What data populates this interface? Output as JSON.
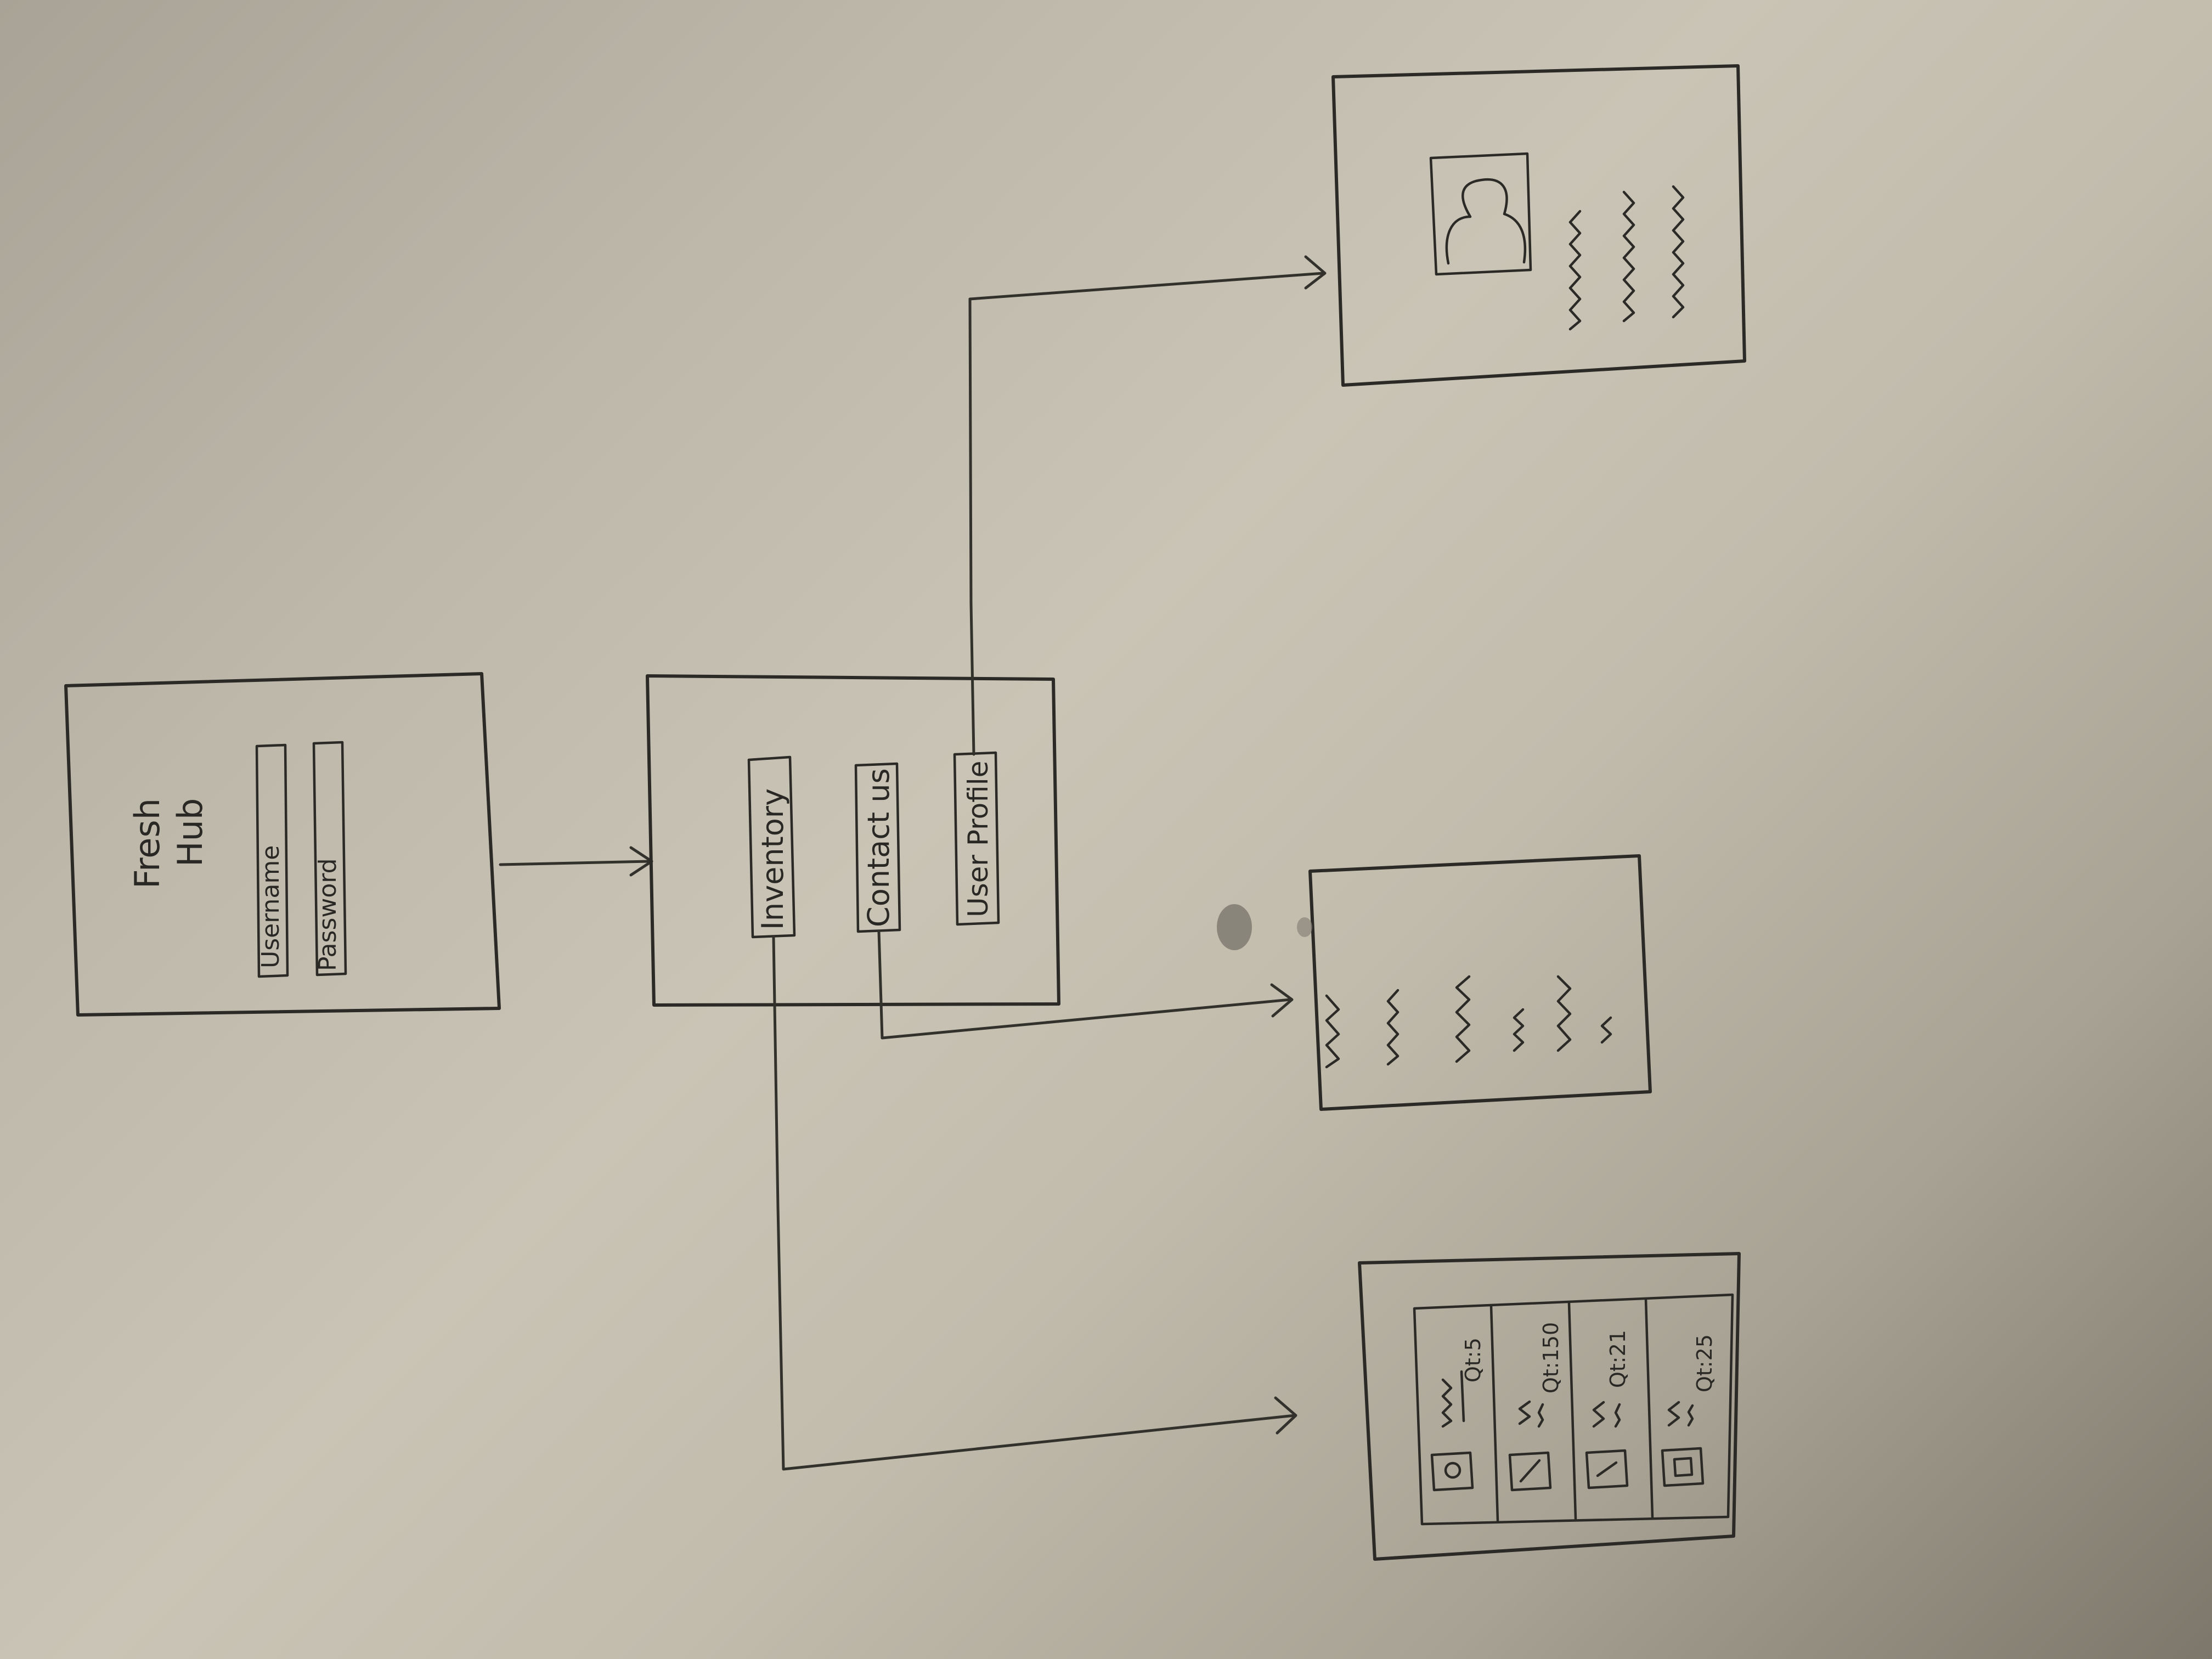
{
  "login_screen": {
    "title_line1": "Fresh",
    "title_line2": "Hub",
    "username_field": "Username",
    "password_field": "Password"
  },
  "menu_screen": {
    "buttons": [
      "Inventory",
      "Contact us",
      "User Profile"
    ]
  },
  "inventory_screen": {
    "items": [
      {
        "qty": "Qt:5"
      },
      {
        "qty": "Qt:150"
      },
      {
        "qty": "Qt:21"
      },
      {
        "qty": "Qt:25"
      }
    ]
  }
}
